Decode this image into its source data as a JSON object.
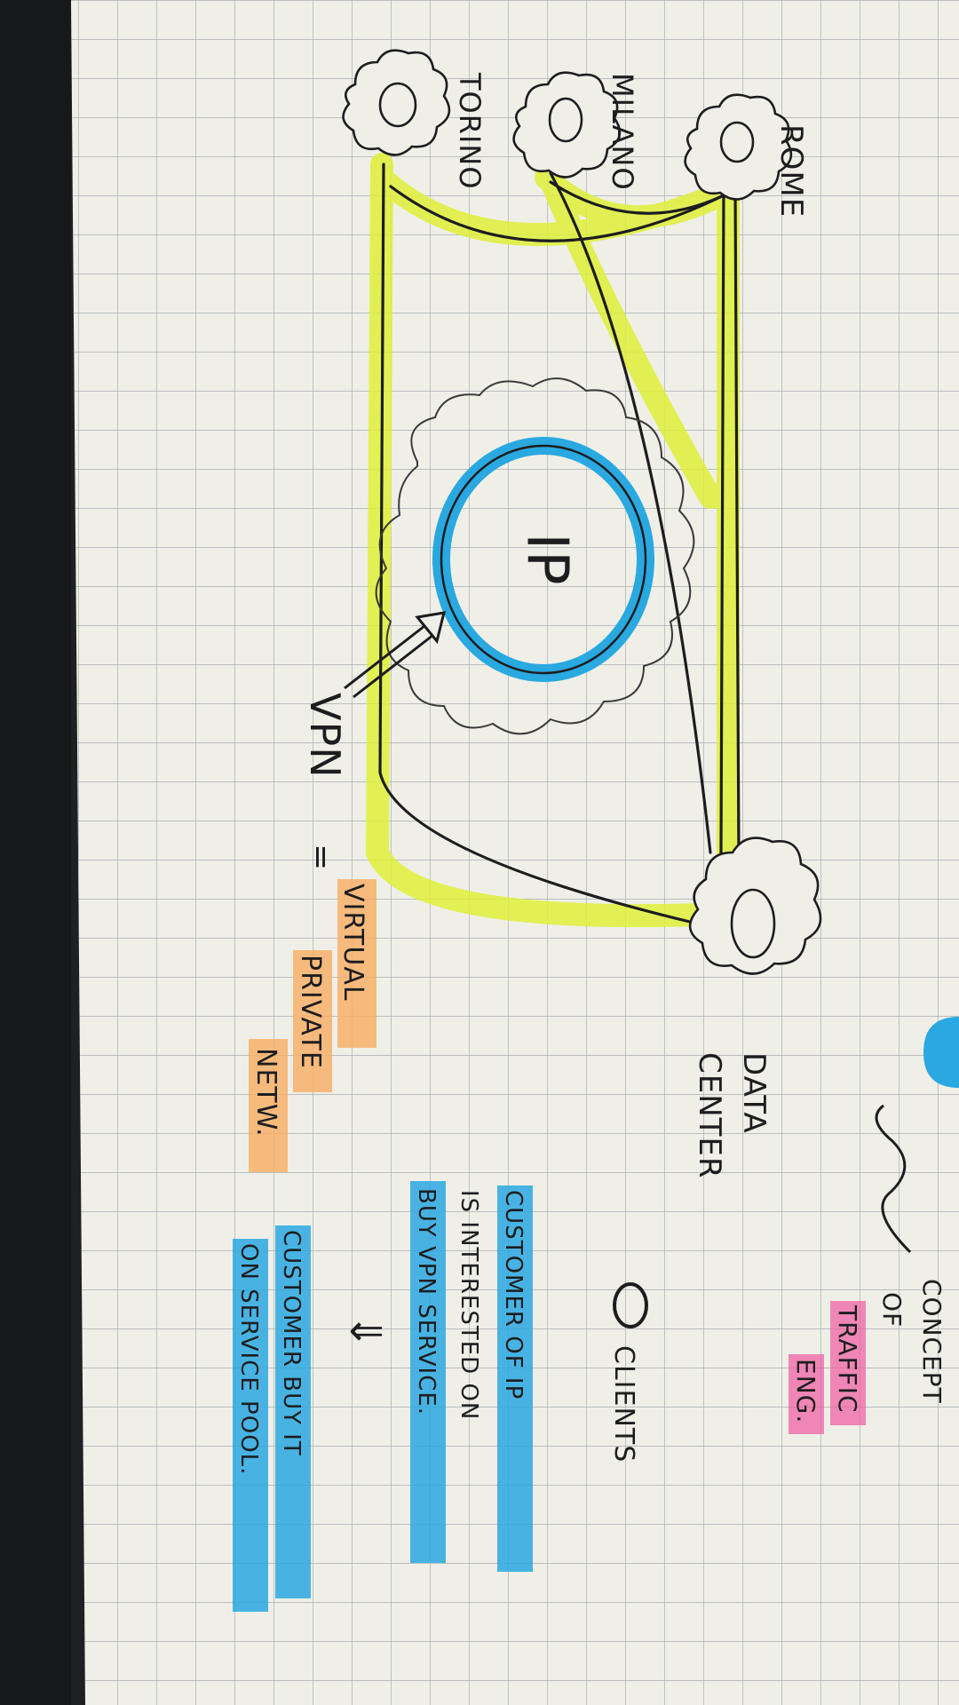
{
  "colors": {
    "paper": "#efefe8",
    "grid": "#a9aeb0",
    "ink": "#1d1d1f",
    "highlight_yellow": "#dff03a",
    "highlight_blue": "#2aa8e0",
    "highlight_pink": "#f05aa0",
    "highlight_orange": "#f7b06a",
    "background": "#1f2023"
  },
  "nodes": {
    "rome": "ROME",
    "milano": "MILANO",
    "torino": "TORINO",
    "data_center": [
      "DATA",
      "CENTER"
    ]
  },
  "center_label": "IP",
  "vpn": {
    "abbr": "VPN",
    "equals": "=",
    "expansion": [
      "VIRTUAL",
      "PRIVATE",
      "NETW."
    ]
  },
  "notes": {
    "concept": [
      "CONCEPT",
      "OF",
      "TRAFFIC",
      "ENG."
    ],
    "legend_icon": "circle-outline-icon",
    "legend_label": "CLIENTS",
    "customer_note": [
      "CUSTOMER OF IP",
      "IS INTERESTED ON",
      "BUY VPN SERVICE."
    ],
    "arrow": "⇓",
    "customer_buy": [
      "CUSTOMER BUY IT",
      "ON SERVICE POOL."
    ]
  }
}
